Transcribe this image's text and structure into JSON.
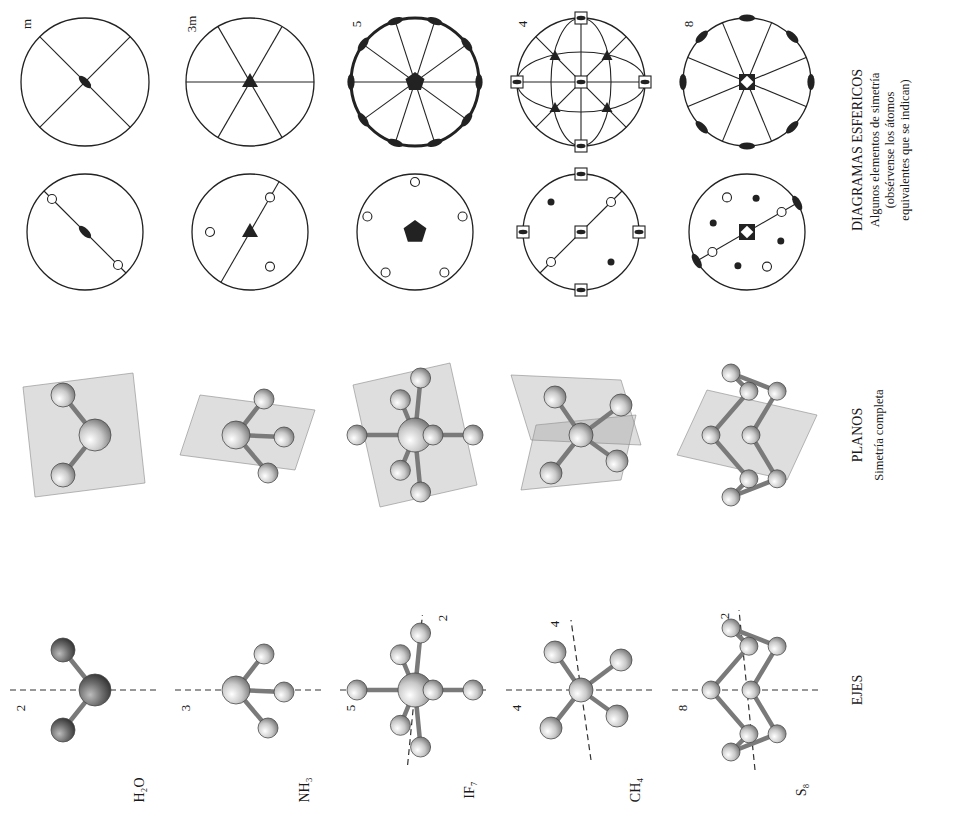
{
  "diagram": {
    "labels": [
      "DIAGRAMAS ESFERICOS",
      "Algunos elementos de simetría (obsérvense los átomos equivalentes que se indican)",
      "PLANOS",
      "Simetría completa",
      "EJES",
      "m",
      "3m",
      "5",
      "4",
      "8",
      "2",
      "H₂O",
      "3",
      "NH₃",
      "5",
      "2",
      "IF₇",
      "4",
      "4",
      "CH₄",
      "8",
      "2",
      "S₈"
    ]
  }
}
